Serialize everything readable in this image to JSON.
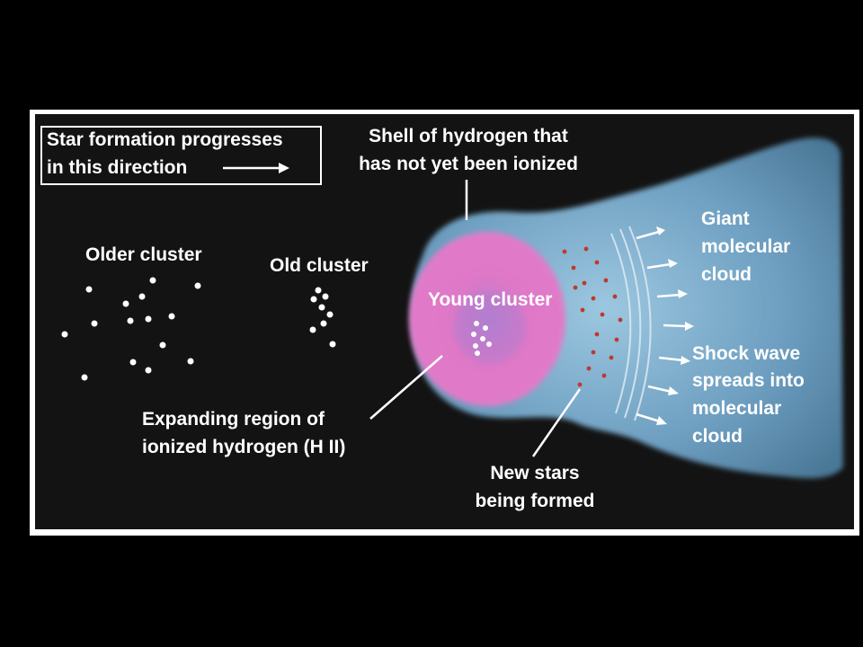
{
  "legend": {
    "line1": "Star formation progresses",
    "line2": "in this direction"
  },
  "labels": {
    "shell_line1": "Shell of hydrogen that",
    "shell_line2": "has not yet been ionized",
    "older_cluster": "Older cluster",
    "old_cluster": "Old cluster",
    "young_cluster": "Young cluster",
    "expanding_line1": "Expanding region of",
    "expanding_line2": "ionized hydrogen (H II)",
    "new_stars_line1": "New stars",
    "new_stars_line2": "being formed",
    "giant_line1": "Giant",
    "giant_line2": "molecular",
    "giant_line3": "cloud",
    "shock_line1": "Shock wave",
    "shock_line2": "spreads into",
    "shock_line3": "molecular",
    "shock_line4": "cloud"
  },
  "colors": {
    "background": "#131313",
    "cloud": "#7fb0cf",
    "hii_region": "#d873c8",
    "new_stars": "#c0392b",
    "text": "#ffffff"
  }
}
